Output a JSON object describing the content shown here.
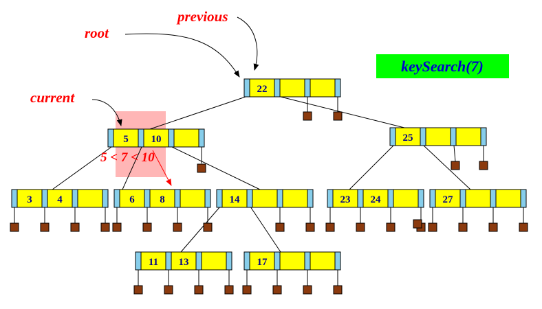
{
  "labels": {
    "root": "root",
    "previous": "previous",
    "current": "current",
    "comparison": "5 < 7 < 10"
  },
  "operation": "keySearch(7)",
  "colors": {
    "key_cell": "#ffff00",
    "pointer_cell": "#87ceeb",
    "null_pointer": "#8b3a0e",
    "label_text": "#ff0000",
    "key_text": "#00008b",
    "op_box": "#00ff00",
    "op_text": "#0000cd",
    "highlight": "#ffb6b6"
  },
  "nodes": {
    "n22": {
      "keys": [
        "22",
        "",
        ""
      ]
    },
    "n510": {
      "keys": [
        "5",
        "10",
        ""
      ]
    },
    "n25": {
      "keys": [
        "25",
        "",
        ""
      ]
    },
    "n34": {
      "keys": [
        "3",
        "4",
        ""
      ]
    },
    "n68": {
      "keys": [
        "6",
        "8",
        ""
      ]
    },
    "n14": {
      "keys": [
        "14",
        "",
        ""
      ]
    },
    "n2324": {
      "keys": [
        "23",
        "24",
        ""
      ]
    },
    "n27": {
      "keys": [
        "27",
        "",
        ""
      ]
    },
    "n1113": {
      "keys": [
        "11",
        "13",
        ""
      ]
    },
    "n17": {
      "keys": [
        "17",
        "",
        ""
      ]
    }
  }
}
